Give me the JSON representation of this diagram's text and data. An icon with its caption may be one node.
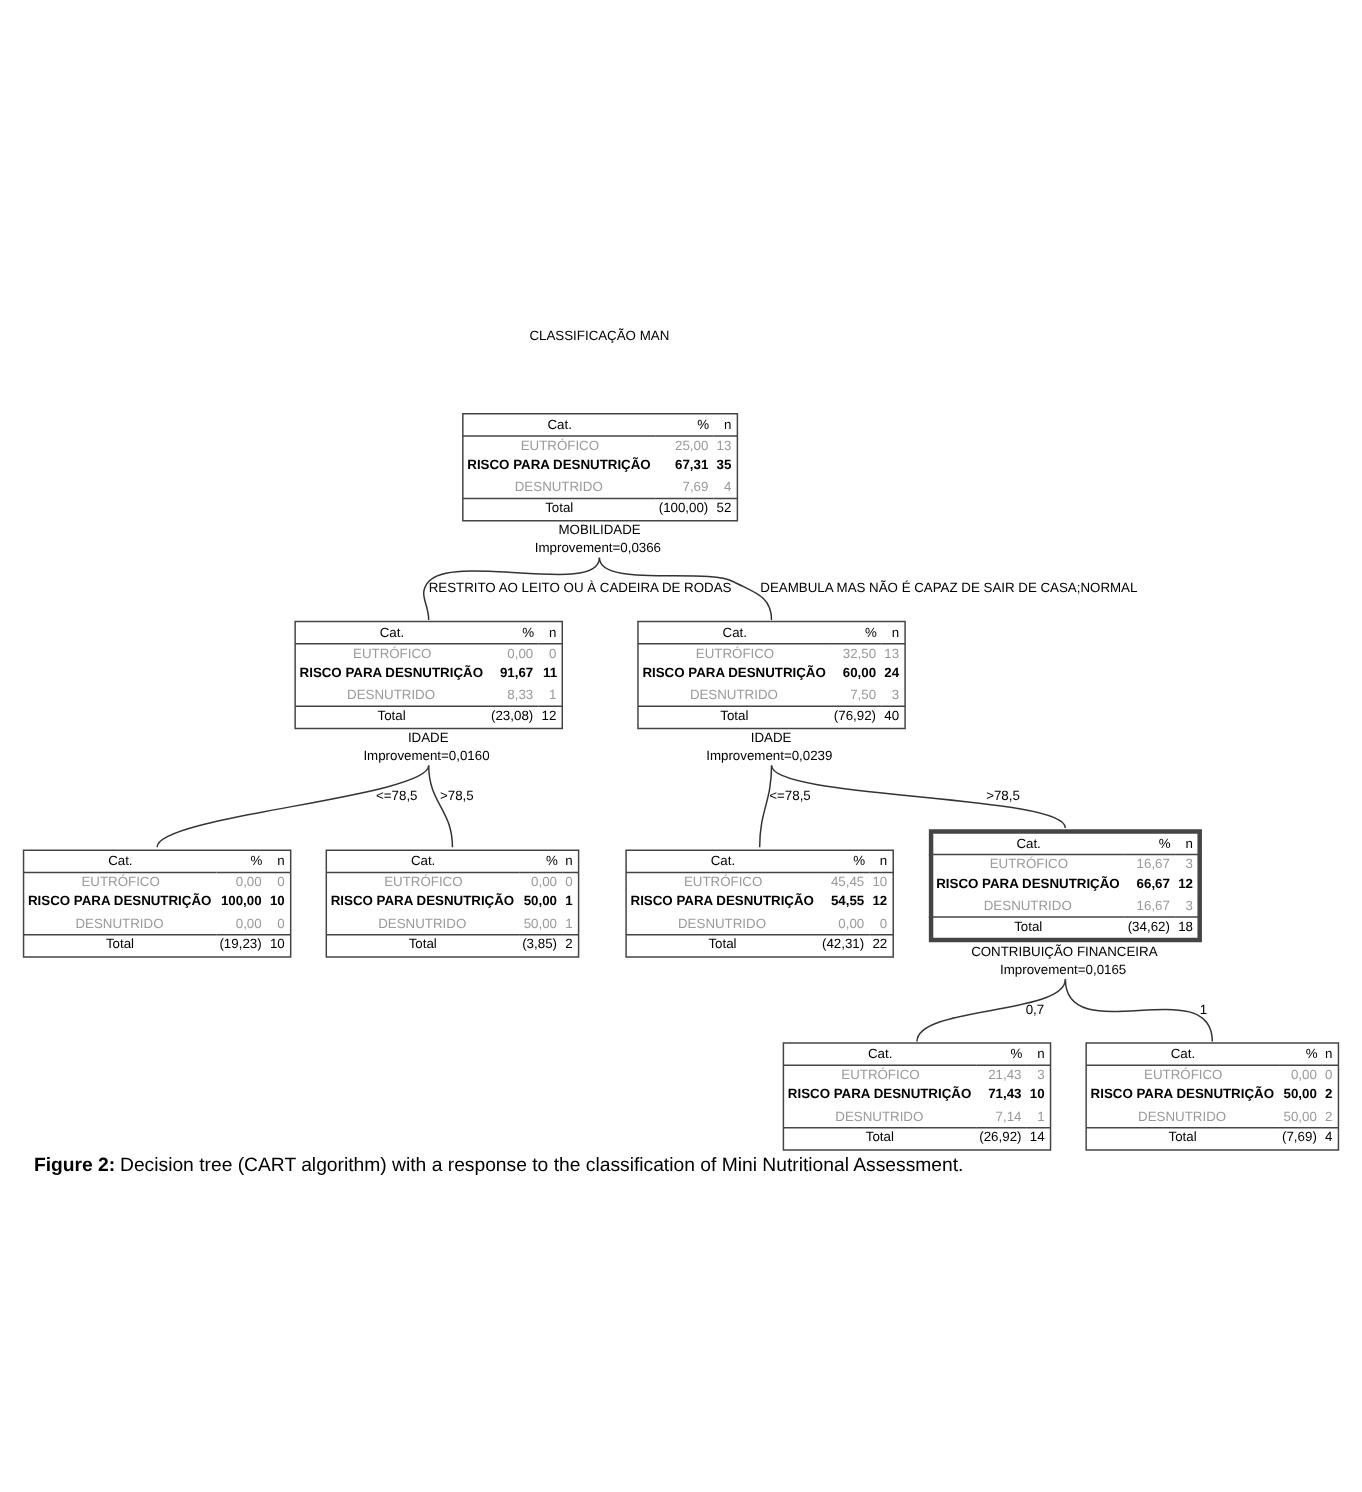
{
  "diagram": {
    "title": "CLASSIFICAÇÃO MAN",
    "caption": "**Figure 2:** Decision tree (CART algorithm) with a response to the classification of Mini Nutritional Assessment.",
    "nodes": [
      {
        "text": [
          "Cat.",
          "%",
          "n",
          "EUTRÓFICO",
          "25,00",
          "13",
          "RISCO PARA DESNUTRIÇÃO",
          "67,31",
          "35",
          "DESNUTRIDO",
          "7,69",
          "4",
          "Total",
          "(100,00)",
          "52"
        ],
        "beside": [
          "MOBILIDADE",
          "Improvement=0,0366"
        ]
      },
      {
        "text": [
          "Cat.",
          "%",
          "n",
          "EUTRÓFICO",
          "0,00",
          "0",
          "RISCO PARA DESNUTRIÇÃO",
          "91,67",
          "11",
          "DESNUTRIDO",
          "8,33",
          "1",
          "Total",
          "(23,08)",
          "12"
        ],
        "beside": [
          "IDADE",
          "Improvement=0,0160"
        ]
      },
      {
        "text": [
          "Cat.",
          "%",
          "n",
          "EUTRÓFICO",
          "32,50",
          "13",
          "RISCO PARA DESNUTRIÇÃO",
          "60,00",
          "24",
          "DESNUTRIDO",
          "7,50",
          "3",
          "Total",
          "(76,92)",
          "40"
        ],
        "beside": [
          "IDADE",
          "Improvement=0,0239"
        ]
      },
      {
        "text": [
          "Cat.",
          "%",
          "n",
          "EUTRÓFICO",
          "0,00",
          "0",
          "RISCO PARA DESNUTRIÇÃO",
          "100,00",
          "10",
          "DESNUTRIDO",
          "0,00",
          "0",
          "Total",
          "(19,23)",
          "10"
        ]
      },
      {
        "text": [
          "Cat.",
          "%",
          "n",
          "EUTRÓFICO",
          "0,00",
          "0",
          "RISCO PARA DESNUTRIÇÃO",
          "50,00",
          "1",
          "DESNUTRIDO",
          "50,00",
          "1",
          "Total",
          "(3,85)",
          "2"
        ]
      },
      {
        "text": [
          "Cat.",
          "%",
          "n",
          "EUTRÓFICO",
          "45,45",
          "10",
          "RISCO PARA DESNUTRIÇÃO",
          "54,55",
          "12",
          "DESNUTRIDO",
          "0,00",
          "0",
          "Total",
          "(42,31)",
          "22"
        ]
      },
      {
        "text": [
          "Cat.",
          "%",
          "n",
          "EUTRÓFICO",
          "16,67",
          "3",
          "RISCO PARA DESNUTRIÇÃO",
          "66,67",
          "12",
          "DESNUTRIDO",
          "16,67",
          "3",
          "Total",
          "(34,62)",
          "18"
        ],
        "beside": [
          "CONTRIBUIÇÃO FINANCEIRA",
          "Improvement=0,0165"
        ]
      },
      {
        "text": [
          "Cat.",
          "%",
          "n",
          "EUTRÓFICO",
          "21,43",
          "3",
          "RISCO PARA DESNUTRIÇÃO",
          "71,43",
          "10",
          "DESNUTRIDO",
          "7,14",
          "1",
          "Total",
          "(26,92)",
          "14"
        ]
      },
      {
        "text": [
          "Cat.",
          "%",
          "n",
          "EUTRÓFICO",
          "0,00",
          "0",
          "RISCO PARA DESNUTRIÇÃO",
          "50,00",
          "2",
          "DESNUTRIDO",
          "50,00",
          "2",
          "Total",
          "(7,69)",
          "4"
        ]
      }
    ],
    "edges": [
      {
        "from": 0,
        "to": 1,
        "arrow": "none",
        "label": "RESTRITO AO LEITO OU À CADEIRA DE RODAS"
      },
      {
        "from": 0,
        "to": 2,
        "arrow": "none",
        "label": "DEAMBULA MAS NÃO É CAPAZ DE SAIR DE CASA;NORMAL"
      },
      {
        "from": 1,
        "to": 3,
        "arrow": "none",
        "label": "<=78,5"
      },
      {
        "from": 1,
        "to": 4,
        "arrow": "none",
        "label": ">78,5"
      },
      {
        "from": 2,
        "to": 5,
        "arrow": "none",
        "label": "<=78,5"
      },
      {
        "from": 2,
        "to": 6,
        "arrow": "none",
        "label": ">78,5"
      },
      {
        "from": 6,
        "to": 7,
        "arrow": "none",
        "label": "0,7"
      },
      {
        "from": 6,
        "to": 8,
        "arrow": "none",
        "label": "1"
      }
    ]
  }
}
